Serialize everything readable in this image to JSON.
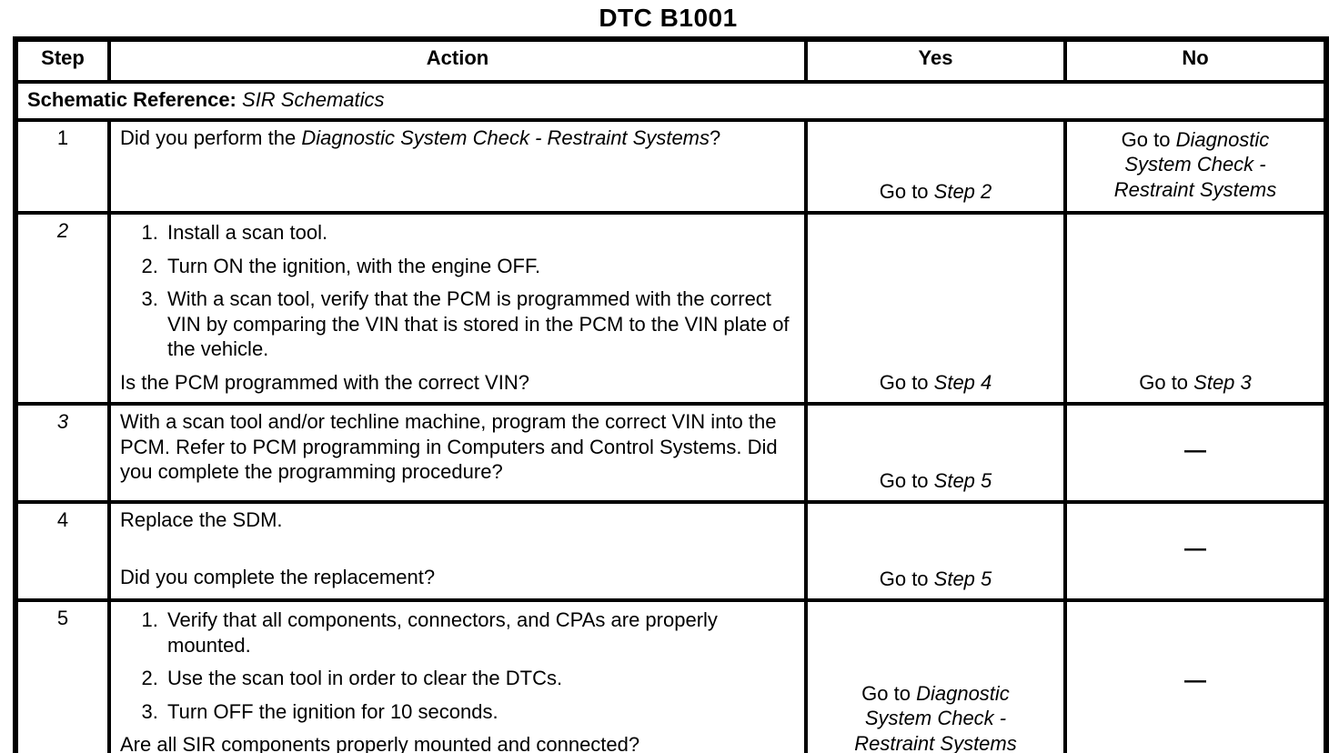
{
  "title": "DTC B1001",
  "table": {
    "headers": [
      "Step",
      "Action",
      "Yes",
      "No"
    ],
    "schematic": {
      "label": "Schematic Reference:",
      "value": "SIR Schematics"
    },
    "rows": [
      {
        "step": "1",
        "action": {
          "prefix": "Did you perform the ",
          "ref": "Diagnostic System Check - Restraint Systems",
          "suffix": "?"
        },
        "yes": {
          "prefix": "Go to ",
          "ref": "Step 2"
        },
        "no": {
          "prefix": "Go to ",
          "ref": "Diagnostic System Check - Restraint Systems"
        }
      },
      {
        "step": "2",
        "action": {
          "list": [
            "Install a scan tool.",
            "Turn ON the ignition, with the engine OFF.",
            "With a scan tool, verify that the PCM is programmed with the correct VIN by comparing the VIN that is stored in the PCM to the VIN plate of the vehicle."
          ],
          "question": "Is the PCM programmed with the correct VIN?"
        },
        "yes": {
          "prefix": "Go to ",
          "ref": "Step 4"
        },
        "no": {
          "prefix": "Go to ",
          "ref": "Step 3"
        }
      },
      {
        "step": "3",
        "action": {
          "text": "With a scan tool and/or techline machine, program the correct VIN into the PCM. Refer to PCM programming in Computers and Control Systems. Did you complete the programming procedure?"
        },
        "yes": {
          "prefix": "Go to ",
          "ref": "Step 5"
        },
        "no": {
          "dash": "—"
        }
      },
      {
        "step": "4",
        "action": {
          "text": "Replace the SDM.",
          "question": "Did you complete the replacement?"
        },
        "yes": {
          "prefix": "Go to ",
          "ref": "Step 5"
        },
        "no": {
          "dash": "—"
        }
      },
      {
        "step": "5",
        "action": {
          "list": [
            "Verify that all components, connectors, and CPAs are properly mounted.",
            "Use the scan tool in order to clear the DTCs.",
            "Turn OFF the ignition for 10 seconds."
          ],
          "question": "Are all SIR components properly mounted and connected?"
        },
        "yes": {
          "prefix": "Go to ",
          "ref": "Diagnostic System Check - Restraint Systems"
        },
        "no": {
          "dash": "—"
        }
      }
    ]
  }
}
